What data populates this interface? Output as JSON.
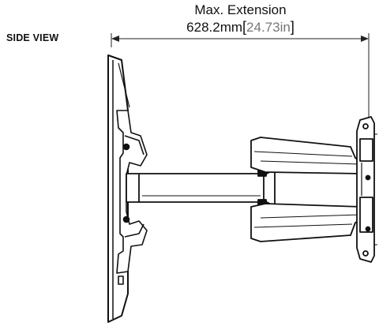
{
  "view_label": "SIDE VIEW",
  "dimension": {
    "title": "Max. Extension",
    "metric": "628.2mm",
    "imperial": "24.73in",
    "open_bracket": "[",
    "close_bracket": "]"
  }
}
